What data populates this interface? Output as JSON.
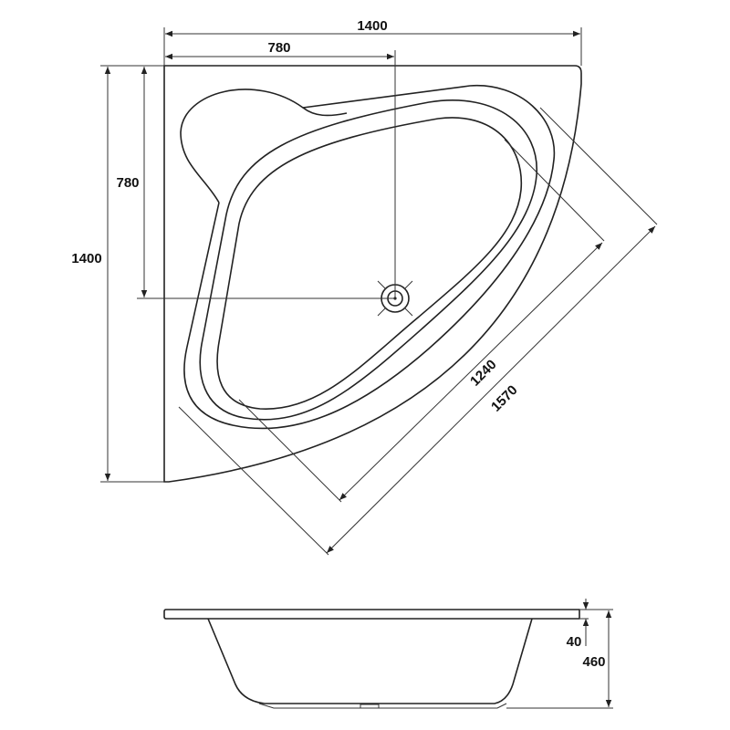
{
  "top_view": {
    "width_total": "1400",
    "width_to_drain": "780",
    "depth_to_drain": "780",
    "depth_total": "1400",
    "diag_inner": "1240",
    "diag_outer": "1570"
  },
  "side_view": {
    "rim_thickness": "40",
    "height": "460"
  },
  "colors": {
    "line": "#222222",
    "background": "#ffffff"
  }
}
